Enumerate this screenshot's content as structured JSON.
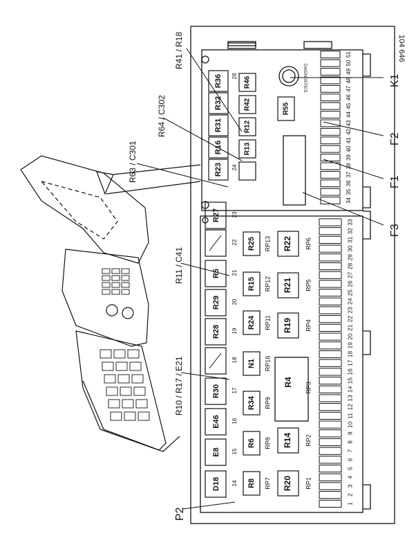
{
  "figure_id": "104 646",
  "callouts": {
    "top": [
      "R41 / R18",
      "R64 / C302",
      "R63 / C301",
      "R11 / C41",
      "R10 / R17 / E21"
    ],
    "right": [
      "K1",
      "F2",
      "F1",
      "F3"
    ],
    "left": [
      "P2"
    ]
  },
  "connector_label": "DIAGNOSTICS",
  "upper_block": {
    "bottom_row": [
      "R36",
      "R32",
      "R31",
      "R16",
      "R23"
    ],
    "middle_row": [
      "R46",
      "R42",
      "R12",
      "R13",
      ""
    ],
    "side_relay": "R55",
    "slot_numbers": [
      "28",
      "24"
    ]
  },
  "lower_block": {
    "bottom_row": [
      "D18",
      "E8",
      "E46",
      "R30",
      "",
      "R28",
      "R29",
      "R5",
      "",
      "R27"
    ],
    "slot_numbers": [
      "14",
      "15",
      "16",
      "17",
      "18",
      "19",
      "20",
      "21",
      "22",
      "23"
    ],
    "row2": [
      "R8",
      "R6",
      "R34",
      "N1",
      "R24",
      "R15",
      "R25"
    ],
    "row2_sub": [
      "RP7",
      "RP8",
      "RP9",
      "RP16",
      "RP11",
      "RP12",
      "RP13"
    ],
    "row3": [
      "R20",
      "R14",
      "R4",
      "R19",
      "R21",
      "R22"
    ],
    "row3_sub": [
      "RP1",
      "RP2",
      "RP3",
      "RP4",
      "RP5",
      "RP6"
    ]
  },
  "fuse_numbers_lower": [
    "1",
    "2",
    "3",
    "4",
    "5",
    "6",
    "7",
    "8",
    "9",
    "10",
    "11",
    "12",
    "13",
    "14",
    "15",
    "16",
    "17",
    "18",
    "19",
    "20",
    "21",
    "22",
    "23",
    "24",
    "25",
    "26",
    "27",
    "28",
    "29",
    "30",
    "31",
    "32",
    "33"
  ],
  "fuse_numbers_upper": [
    "34",
    "35",
    "36",
    "37",
    "38",
    "39",
    "40",
    "41",
    "42",
    "43",
    "44",
    "45",
    "46",
    "47",
    "48",
    "49",
    "50",
    "51"
  ]
}
